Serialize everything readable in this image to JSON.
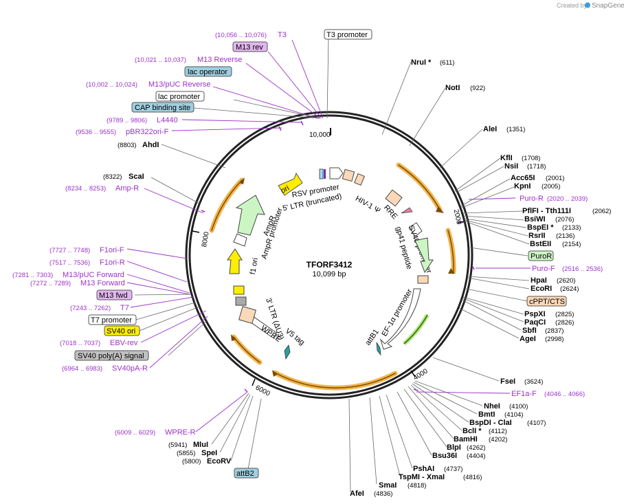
{
  "credit": {
    "prefix": "Created by",
    "brand": "SnapGene"
  },
  "plasmid": {
    "name": "TFORF3412",
    "size": "10,099 bp"
  },
  "ticks": [
    "2000",
    "4000",
    "6000",
    "8000",
    "10,000"
  ],
  "features_on_map": [
    "ori",
    "RSV promoter",
    "5' LTR (truncated)",
    "HIV-1 Ψ",
    "RRE",
    "SV40 promoter",
    "gp41 peptide",
    "EF-1α promoter",
    "attB1",
    "V5 tag",
    "WPRE",
    "3' LTR (ΔU3)",
    "f1 ori",
    "AmpR promoter",
    "AmpR"
  ],
  "enzymes_right": [
    {
      "name": "NruI *",
      "pos": "(611)"
    },
    {
      "name": "NotI",
      "pos": "(922)"
    },
    {
      "name": "AleI",
      "pos": "(1351)"
    },
    {
      "name": "KflI",
      "pos": "(1708)"
    },
    {
      "name": "NsiI",
      "pos": "(1718)"
    },
    {
      "name": "Acc65I",
      "pos": "(2001)"
    },
    {
      "name": "KpnI",
      "pos": "(2005)"
    },
    {
      "name": "PflFI - Tth111I",
      "pos": "(2062)"
    },
    {
      "name": "BsiWI",
      "pos": "(2076)"
    },
    {
      "name": "BspEI *",
      "pos": "(2133)"
    },
    {
      "name": "RsrII",
      "pos": "(2136)"
    },
    {
      "name": "BstEII",
      "pos": "(2154)"
    },
    {
      "name": "HpaI",
      "pos": "(2620)"
    },
    {
      "name": "EcoRI",
      "pos": "(2624)"
    },
    {
      "name": "PspXI",
      "pos": "(2825)"
    },
    {
      "name": "PaqCI",
      "pos": "(2826)"
    },
    {
      "name": "SbfI",
      "pos": "(2837)"
    },
    {
      "name": "AgeI",
      "pos": "(2998)"
    },
    {
      "name": "FseI",
      "pos": "(3624)"
    },
    {
      "name": "NheI",
      "pos": "(4100)"
    },
    {
      "name": "BmtI",
      "pos": "(4104)"
    },
    {
      "name": "BspDI - ClaI",
      "pos": "(4107)"
    },
    {
      "name": "BclI *",
      "pos": "(4112)"
    },
    {
      "name": "BamHI",
      "pos": "(4202)"
    },
    {
      "name": "BlpI",
      "pos": "(4262)"
    },
    {
      "name": "Bsu36I",
      "pos": "(4404)"
    },
    {
      "name": "PshAI",
      "pos": "(4737)"
    },
    {
      "name": "TspMI - XmaI",
      "pos": "(4816)"
    },
    {
      "name": "SmaI",
      "pos": "(4818)"
    },
    {
      "name": "AfeI",
      "pos": "(4836)"
    }
  ],
  "enzymes_left": [
    {
      "name": "AhdI",
      "pos": "(8803)"
    },
    {
      "name": "ScaI",
      "pos": "(8322)"
    },
    {
      "name": "MluI",
      "pos": "(5941)"
    },
    {
      "name": "SpeI",
      "pos": "(5855)"
    },
    {
      "name": "EcoRV",
      "pos": "(5800)"
    }
  ],
  "primers_right": [
    {
      "name": "Puro-R",
      "pos": "(2020 .. 2039)"
    },
    {
      "name": "Puro-F",
      "pos": "(2516 .. 2536)"
    },
    {
      "name": "EF1a-F",
      "pos": "(4046 .. 4066)"
    }
  ],
  "primers_left": [
    {
      "name": "T3",
      "pos": "(10,056 .. 10,076)"
    },
    {
      "name": "M13 Reverse",
      "pos": "(10,021 .. 10,037)"
    },
    {
      "name": "M13/pUC Reverse",
      "pos": "(10,002 .. 10,024)"
    },
    {
      "name": "L4440",
      "pos": "(9789 .. 9806)"
    },
    {
      "name": "pBR322ori-F",
      "pos": "(9536 .. 9555)"
    },
    {
      "name": "Amp-R",
      "pos": "(8234 .. 8253)"
    },
    {
      "name": "F1ori-F",
      "pos": "(7727 .. 7748)"
    },
    {
      "name": "F1ori-R",
      "pos": "(7517 .. 7536)"
    },
    {
      "name": "M13/pUC Forward",
      "pos": "(7281 .. 7303)"
    },
    {
      "name": "M13 Forward",
      "pos": "(7272 .. 7289)"
    },
    {
      "name": "T7",
      "pos": "(7243 .. 7262)"
    },
    {
      "name": "EBV-rev",
      "pos": "(7018 .. 7037)"
    },
    {
      "name": "SV40pA-R",
      "pos": "(6964 .. 6983)"
    },
    {
      "name": "WPRE-R",
      "pos": "(6009 .. 6029)"
    }
  ],
  "boxes": {
    "t3_promoter": "T3 promoter",
    "m13_rev": "M13 rev",
    "lac_operator": "lac operator",
    "lac_promoter": "lac promoter",
    "cap_site": "CAP binding site",
    "puror": "PuroR",
    "cppt": "cPPT/CTS",
    "m13_fwd": "M13 fwd",
    "t7_promoter": "T7 promoter",
    "sv40_ori": "SV40 ori",
    "sv40_polya": "SV40 poly(A) signal",
    "attb2": "attB2"
  },
  "colors": {
    "primer": "#9b30c8",
    "orf_orange": "#f2b34b",
    "green_feature": "#ccf5c4",
    "yellow_feature": "#ffee00",
    "promoter_white": "#ffffff",
    "misc_peach": "#fbd8b8",
    "box_blue": "#9fcfe0",
    "box_purple": "#e2b6ee",
    "box_gray": "#c0c0c0"
  }
}
